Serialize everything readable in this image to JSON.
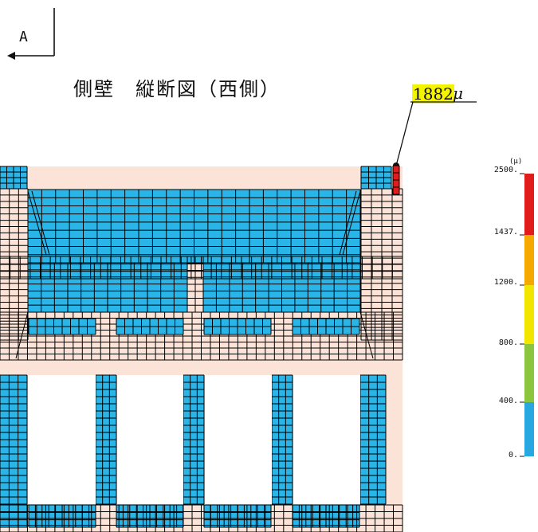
{
  "section_marker": {
    "label": "A"
  },
  "title": "側壁　縦断図（西側）",
  "callout": {
    "value": "1882",
    "unit": "μ"
  },
  "legend": {
    "unit": "(μ)",
    "ticks": [
      "2500.",
      "1437.",
      "1200.",
      "800.",
      "400.",
      "0."
    ],
    "bands": [
      {
        "from": 0,
        "to": 400,
        "color": "#27a8e0"
      },
      {
        "from": 400,
        "to": 800,
        "color": "#8cc63f"
      },
      {
        "from": 800,
        "to": 1200,
        "color": "#f2e600"
      },
      {
        "from": 1200,
        "to": 1437,
        "color": "#f5a800"
      },
      {
        "from": 1437,
        "to": 2500,
        "color": "#e21b1b"
      }
    ]
  },
  "colors": {
    "mesh_blue": "#29b5e8",
    "mesh_pink": "#fbe3d8",
    "grid_line": "#000000",
    "highlight": "#f4f400"
  }
}
